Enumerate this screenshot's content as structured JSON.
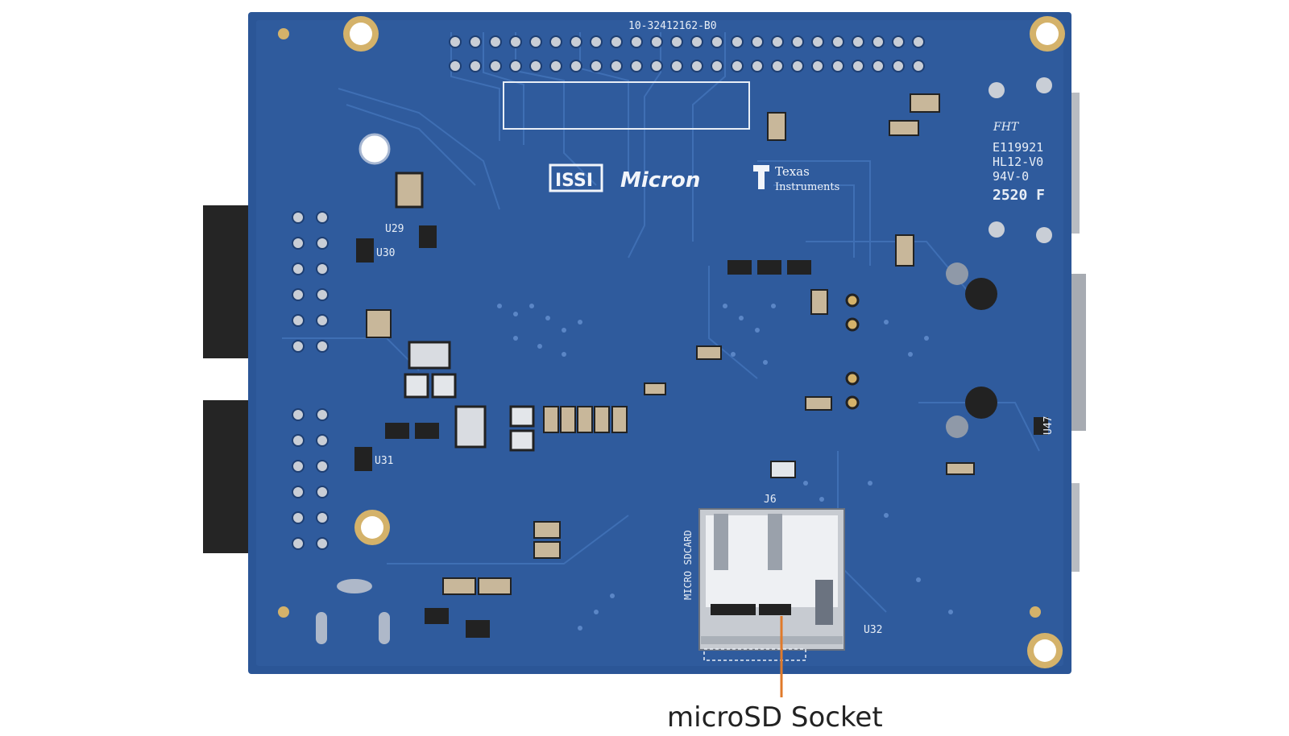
{
  "board": {
    "part_number": "10-32412162-B0",
    "logos": {
      "issi": "ISSI",
      "micron": "Micron",
      "ti_line1": "Texas",
      "ti_line2": "Instruments"
    },
    "fab_marking": {
      "logo": "FHT",
      "line1": "E119921",
      "line2": "HL12-V0",
      "line3": "94V-0",
      "line4": "2520 F"
    },
    "refdes": {
      "u29": "U29",
      "u30": "U30",
      "u31": "U31",
      "u32": "U32",
      "u47": "U47",
      "j6": "J6"
    },
    "sd_silk": "MICRO SDCARD"
  },
  "callout": {
    "label": "microSD Socket"
  },
  "colors": {
    "pcb": "#2b5697",
    "pcb_dark": "#1e3f73",
    "trace": "#3d6cb0",
    "gold": "#d4b26a",
    "pad": "#c9ced6",
    "callout": "#e07a2a"
  }
}
